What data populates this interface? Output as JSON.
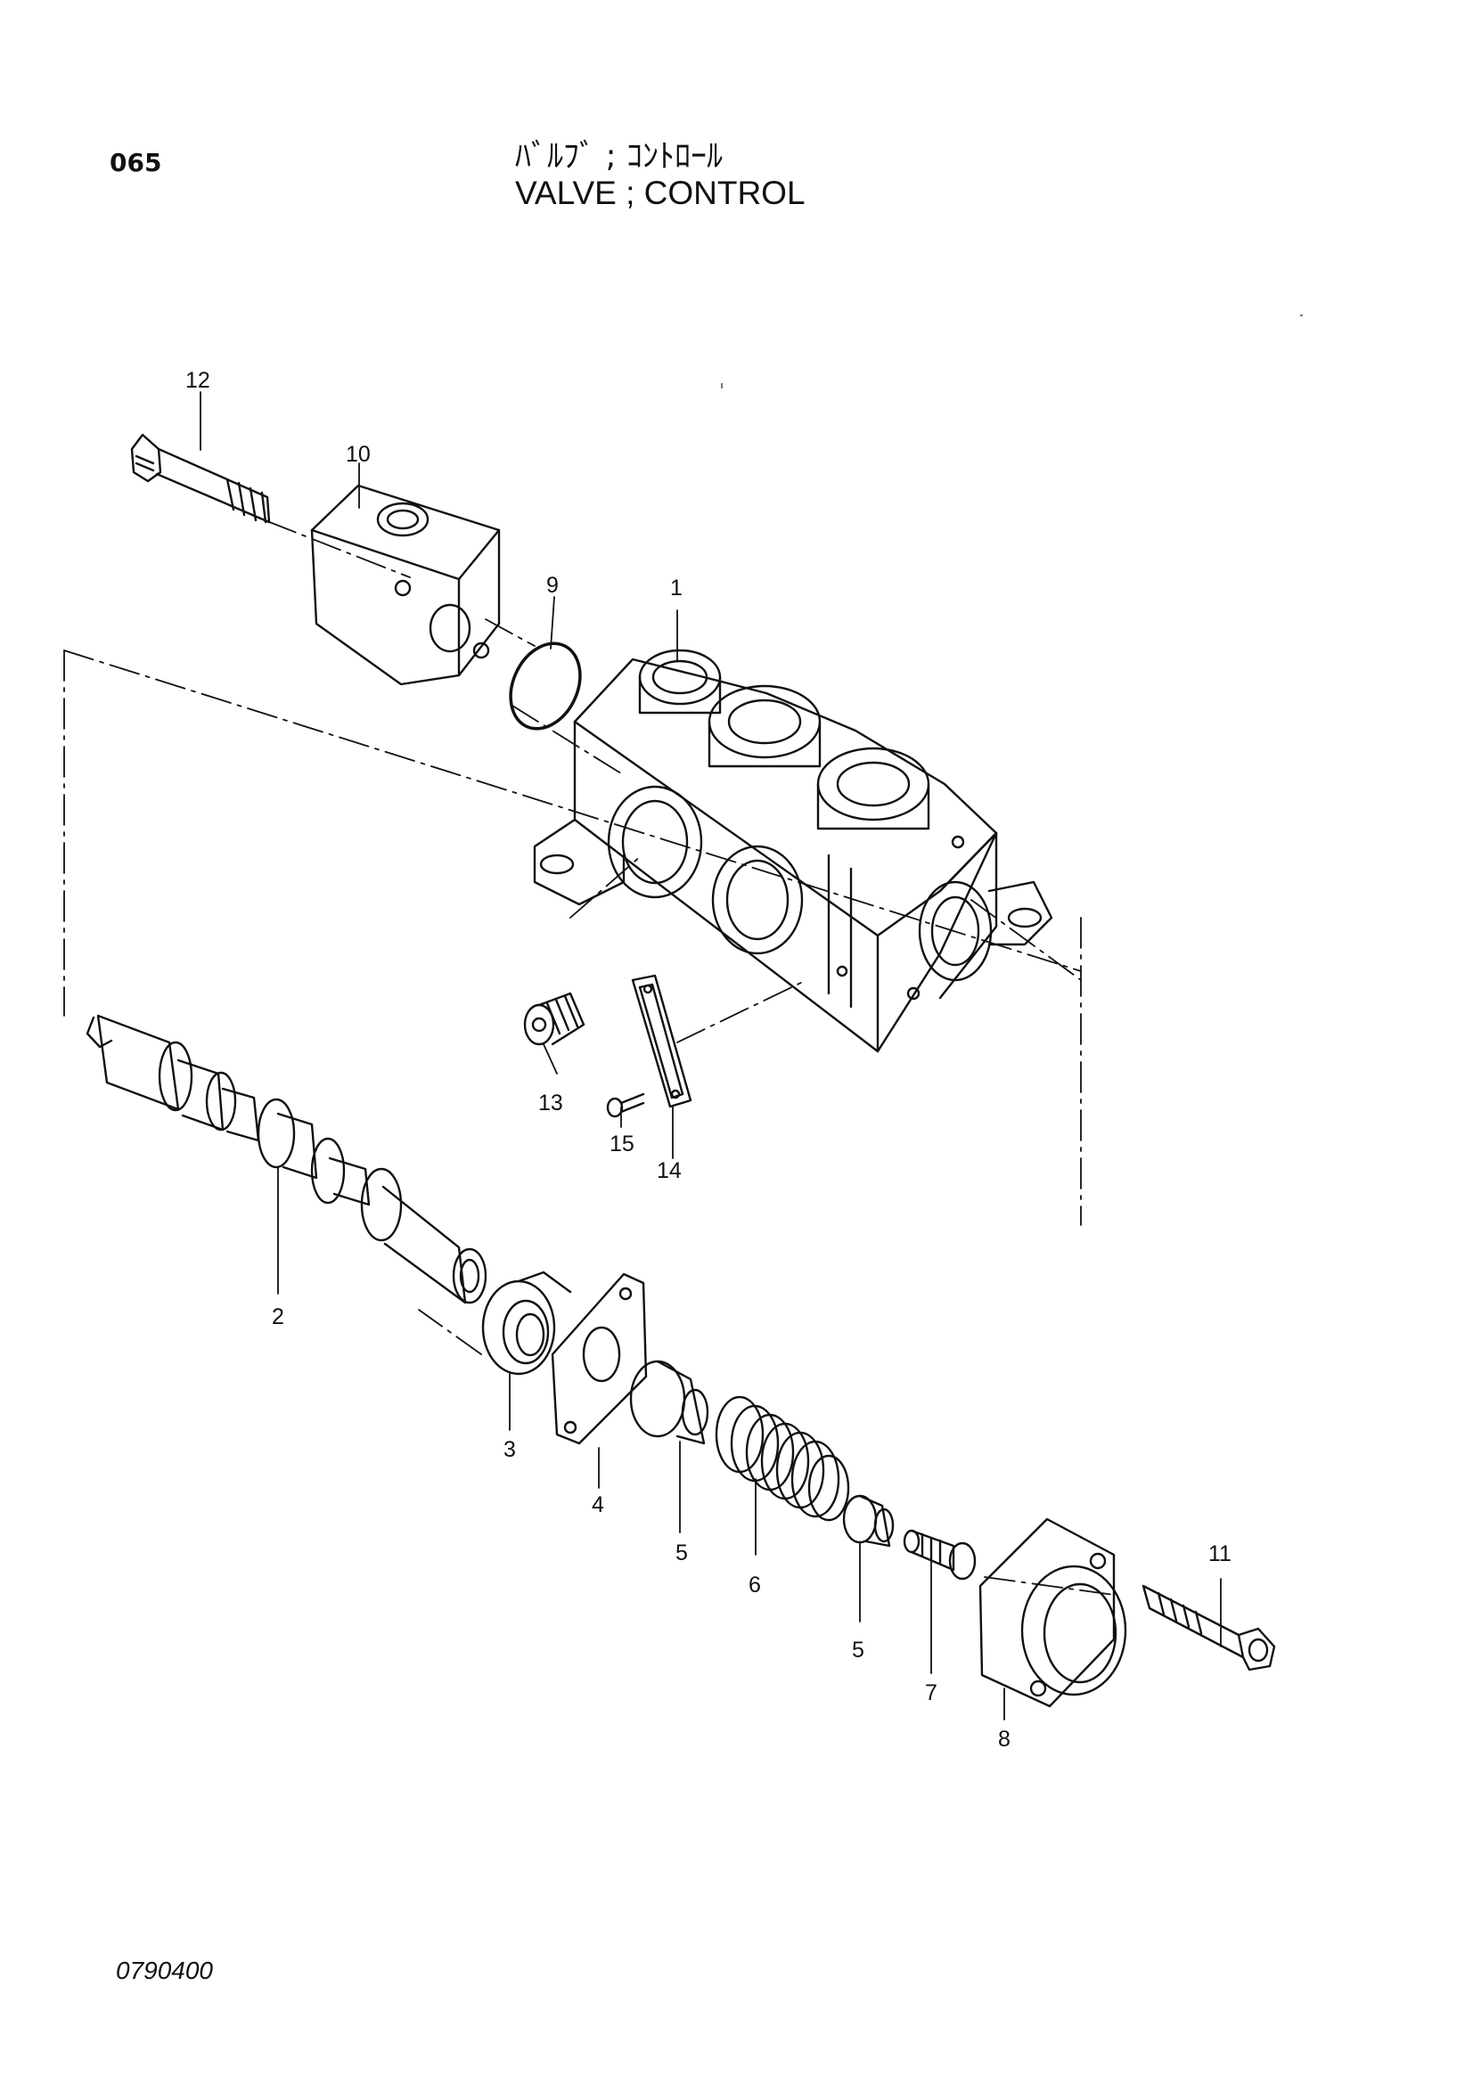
{
  "page": {
    "page_number": "065",
    "title_jp": "ﾊﾞﾙﾌﾞ ; ｺﾝﾄﾛｰﾙ",
    "title_en": "VALVE ; CONTROL",
    "drawing_code": "0790400"
  },
  "callouts": [
    {
      "id": "c12",
      "label": "12"
    },
    {
      "id": "c10",
      "label": "10"
    },
    {
      "id": "c9",
      "label": "9"
    },
    {
      "id": "c1",
      "label": "1"
    },
    {
      "id": "c13",
      "label": "13"
    },
    {
      "id": "c15",
      "label": "15"
    },
    {
      "id": "c14",
      "label": "14"
    },
    {
      "id": "c2",
      "label": "2"
    },
    {
      "id": "c3",
      "label": "3"
    },
    {
      "id": "c4",
      "label": "4"
    },
    {
      "id": "c5a",
      "label": "5"
    },
    {
      "id": "c6",
      "label": "6"
    },
    {
      "id": "c5b",
      "label": "5"
    },
    {
      "id": "c7",
      "label": "7"
    },
    {
      "id": "c8",
      "label": "8"
    },
    {
      "id": "c11",
      "label": "11"
    }
  ]
}
